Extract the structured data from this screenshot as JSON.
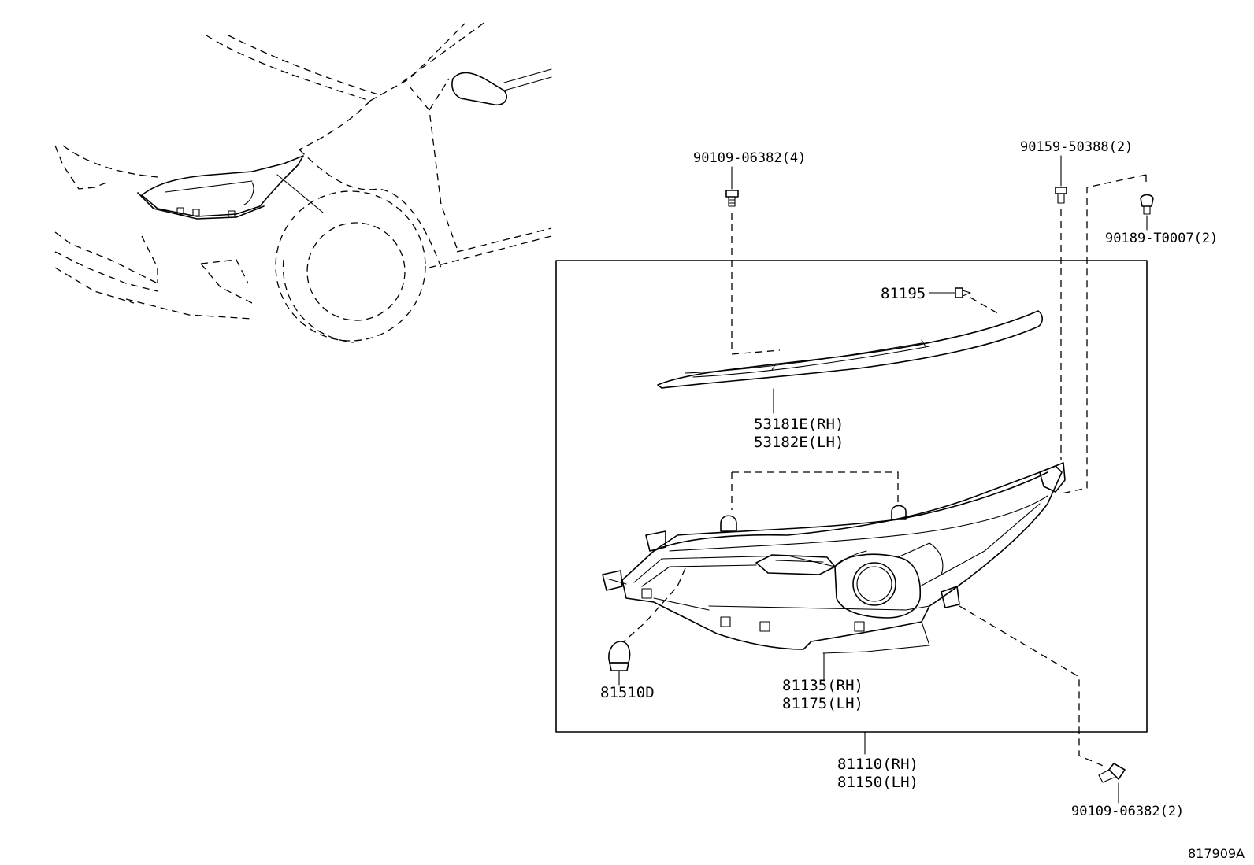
{
  "diagram": {
    "reference_code": "817909A",
    "callouts": {
      "bolt_upper": "90109-06382(4)",
      "screw_right": "90159-50388(2)",
      "clip_right": "90189-T0007(2)",
      "screw_cover": "81195",
      "cover_rh": "53181E(RH)",
      "cover_lh": "53182E(LH)",
      "bulb": "81510D",
      "lens_rh": "81135(RH)",
      "lens_lh": "81175(LH)",
      "assy_rh": "81110(RH)",
      "assy_lh": "81150(LH)",
      "bolt_lower": "90109-06382(2)"
    }
  }
}
